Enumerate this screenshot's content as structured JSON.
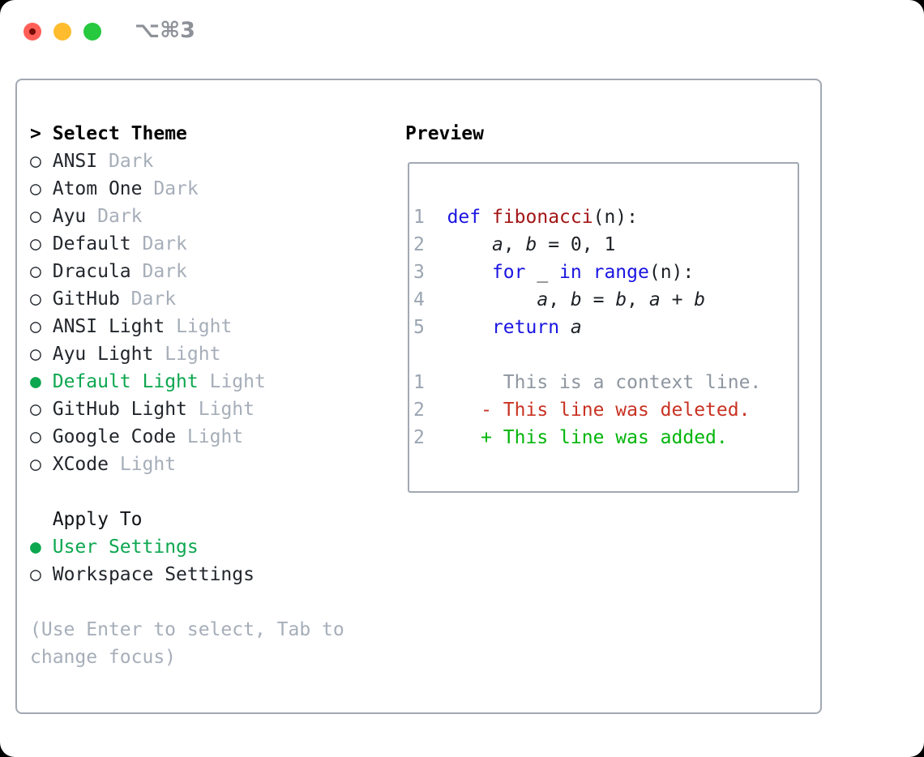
{
  "titlebar": {
    "shortcut": "⌥⌘3"
  },
  "glyphs": {
    "radio_off": "○",
    "radio_on": "●",
    "cursor": ">"
  },
  "theme_panel": {
    "header": {
      "cursor": ">",
      "label": "Select Theme"
    },
    "themes": [
      {
        "name": "ANSI",
        "tag": "Dark",
        "selected": false
      },
      {
        "name": "Atom One",
        "tag": "Dark",
        "selected": false
      },
      {
        "name": "Ayu",
        "tag": "Dark",
        "selected": false
      },
      {
        "name": "Default",
        "tag": "Dark",
        "selected": false
      },
      {
        "name": "Dracula",
        "tag": "Dark",
        "selected": false
      },
      {
        "name": "GitHub",
        "tag": "Dark",
        "selected": false
      },
      {
        "name": "ANSI Light",
        "tag": "Light",
        "selected": false
      },
      {
        "name": "Ayu Light",
        "tag": "Light",
        "selected": false
      },
      {
        "name": "Default Light",
        "tag": "Light",
        "selected": true
      },
      {
        "name": "GitHub Light",
        "tag": "Light",
        "selected": false
      },
      {
        "name": "Google Code",
        "tag": "Light",
        "selected": false
      },
      {
        "name": "XCode",
        "tag": "Light",
        "selected": false
      }
    ],
    "apply_to": {
      "label": "Apply To",
      "options": [
        {
          "name": "User Settings",
          "selected": true
        },
        {
          "name": "Workspace Settings",
          "selected": false
        }
      ]
    },
    "help": "(Use Enter to select, Tab to change focus)"
  },
  "preview": {
    "title": "Preview",
    "code_lines": [
      {
        "segments": [
          [
            "num",
            "1"
          ],
          [
            "plain",
            "  "
          ],
          [
            "kw",
            "def"
          ],
          [
            "plain",
            " "
          ],
          [
            "fn",
            "fibonacci"
          ],
          [
            "plain",
            "(n):"
          ]
        ]
      },
      {
        "segments": [
          [
            "num",
            "2"
          ],
          [
            "plain",
            "      "
          ],
          [
            "var",
            "a"
          ],
          [
            "plain",
            ", "
          ],
          [
            "var",
            "b"
          ],
          [
            "plain",
            " = 0, 1"
          ]
        ]
      },
      {
        "segments": [
          [
            "num",
            "3"
          ],
          [
            "plain",
            "      "
          ],
          [
            "kw",
            "for"
          ],
          [
            "plain",
            " _ "
          ],
          [
            "kw",
            "in"
          ],
          [
            "plain",
            " "
          ],
          [
            "kw",
            "range"
          ],
          [
            "plain",
            "(n):"
          ]
        ]
      },
      {
        "segments": [
          [
            "num",
            "4"
          ],
          [
            "plain",
            "          "
          ],
          [
            "var",
            "a"
          ],
          [
            "plain",
            ", "
          ],
          [
            "var",
            "b"
          ],
          [
            "plain",
            " = "
          ],
          [
            "var",
            "b"
          ],
          [
            "plain",
            ", "
          ],
          [
            "var",
            "a"
          ],
          [
            "plain",
            " + "
          ],
          [
            "var",
            "b"
          ]
        ]
      },
      {
        "segments": [
          [
            "num",
            "5"
          ],
          [
            "plain",
            "      "
          ],
          [
            "kw",
            "return"
          ],
          [
            "plain",
            " "
          ],
          [
            "var",
            "a"
          ]
        ]
      },
      {
        "segments": [
          [
            "plain",
            ""
          ]
        ]
      },
      {
        "segments": [
          [
            "num",
            "1"
          ],
          [
            "plain",
            "       "
          ],
          [
            "ctx",
            "This is a context line."
          ]
        ]
      },
      {
        "segments": [
          [
            "num",
            "2"
          ],
          [
            "plain",
            "     "
          ],
          [
            "del",
            "- This line was deleted."
          ]
        ]
      },
      {
        "segments": [
          [
            "num",
            "2"
          ],
          [
            "plain",
            "     "
          ],
          [
            "add",
            "+ This line was added."
          ]
        ]
      }
    ]
  },
  "colors": {
    "window_bg": "#ffffff",
    "border": "#a2a9b3",
    "text": "#22262c",
    "muted": "#a6aeb9",
    "green_select": "#0da750",
    "traffic_red": "#ff5f57",
    "traffic_red_dot": "#770b06",
    "traffic_yellow": "#febc2e",
    "traffic_green": "#27c93f",
    "shortcut": "#8d9198",
    "line_num": "#9aa5b2",
    "keyword": "#1a15e0",
    "function_name": "#a31515",
    "code_text": "#1d2126",
    "context": "#8e96a0",
    "deleted": "#c93222",
    "added": "#00b50a"
  }
}
